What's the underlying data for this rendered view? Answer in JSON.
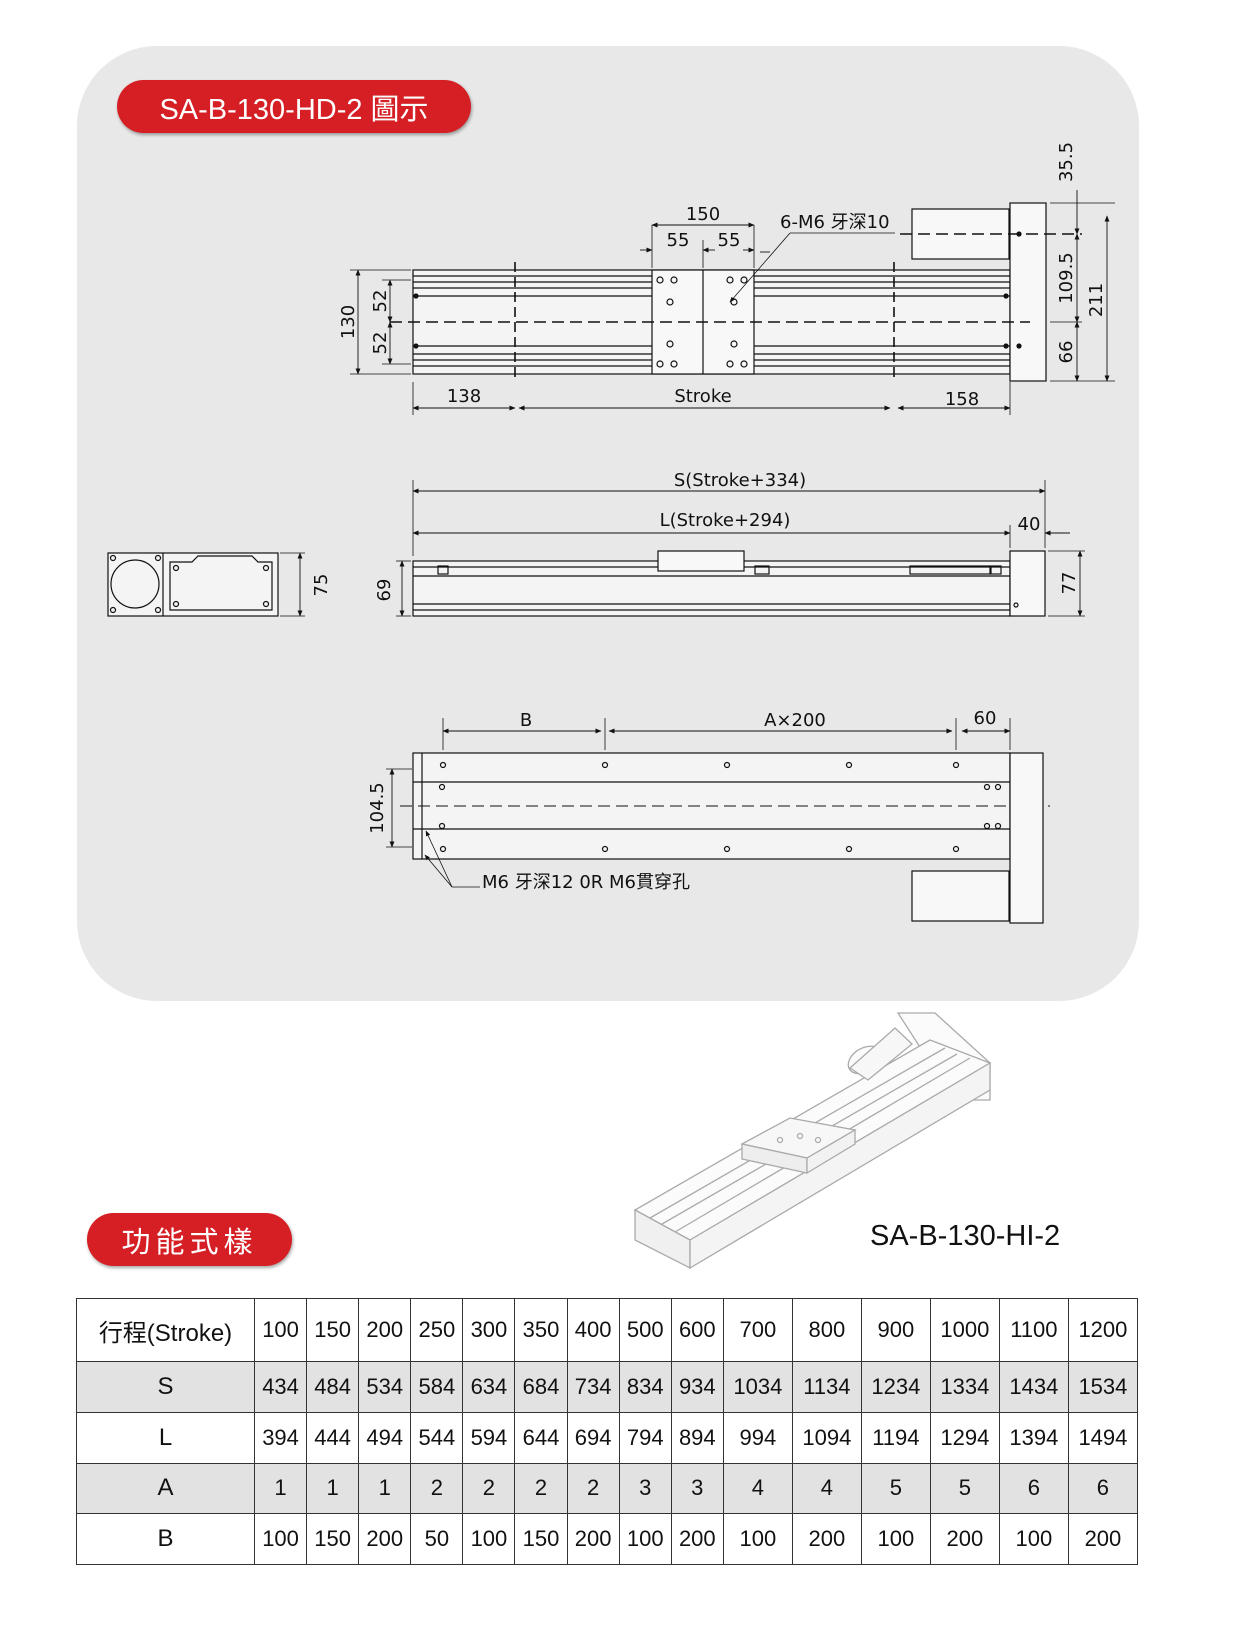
{
  "title_badge": "SA-B-130-HD-2 圖示",
  "drawing": {
    "top_view": {
      "d150": "150",
      "d55a": "55",
      "d55b": "55",
      "thread_note": "6-M6 牙深10",
      "d130": "130",
      "d52a": "52",
      "d52b": "52",
      "d138": "138",
      "stroke": "Stroke",
      "d158": "158",
      "d35_5": "35.5",
      "d109_5": "109.5",
      "d211": "211",
      "d66": "66"
    },
    "side_view": {
      "s_label": "S(Stroke+334)",
      "l_label": "L(Stroke+294)",
      "d40": "40",
      "d69": "69",
      "d77": "77",
      "d75": "75"
    },
    "bottom_view": {
      "b_label": "B",
      "a_label": "A×200",
      "d60": "60",
      "d104_5": "104.5",
      "hole_note": "M6 牙深12 0R M6貫穿孔"
    }
  },
  "model_label": "SA-B-130-HI-2",
  "spec_badge": "功能式樣",
  "spec_table": {
    "rows": [
      {
        "head": "行程(Stroke)",
        "cells": [
          "100",
          "150",
          "200",
          "250",
          "300",
          "350",
          "400",
          "500",
          "600",
          "700",
          "800",
          "900",
          "1000",
          "1100",
          "1200"
        ]
      },
      {
        "head": "S",
        "cells": [
          "434",
          "484",
          "534",
          "584",
          "634",
          "684",
          "734",
          "834",
          "934",
          "1034",
          "1134",
          "1234",
          "1334",
          "1434",
          "1534"
        ]
      },
      {
        "head": "L",
        "cells": [
          "394",
          "444",
          "494",
          "544",
          "594",
          "644",
          "694",
          "794",
          "894",
          "994",
          "1094",
          "1194",
          "1294",
          "1394",
          "1494"
        ]
      },
      {
        "head": "A",
        "cells": [
          "1",
          "1",
          "1",
          "2",
          "2",
          "2",
          "2",
          "3",
          "3",
          "4",
          "4",
          "5",
          "5",
          "6",
          "6"
        ]
      },
      {
        "head": "B",
        "cells": [
          "100",
          "150",
          "200",
          "50",
          "100",
          "150",
          "200",
          "100",
          "200",
          "100",
          "200",
          "100",
          "200",
          "100",
          "200"
        ]
      }
    ]
  }
}
